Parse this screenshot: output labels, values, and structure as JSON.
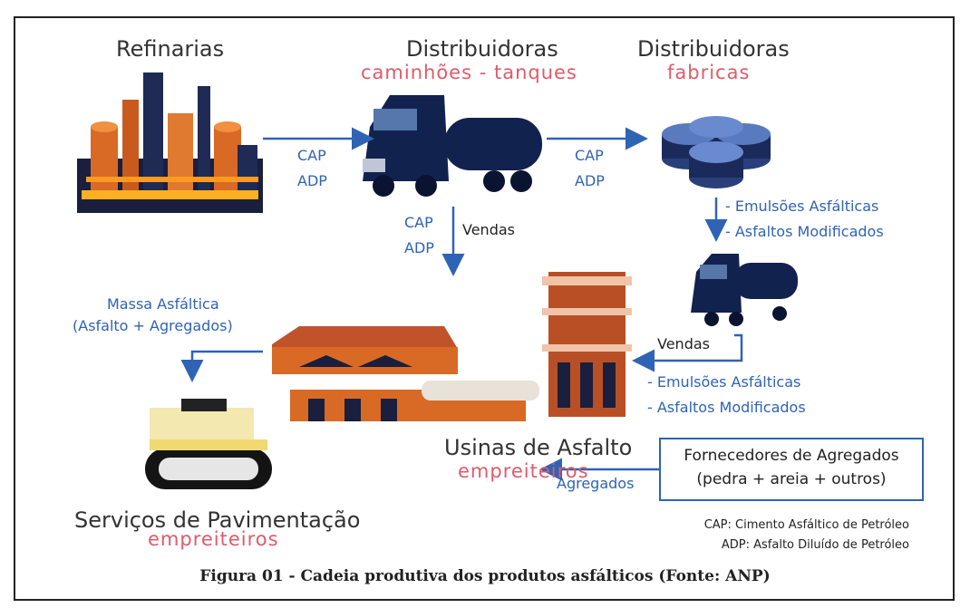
{
  "nodes": {
    "refinarias": {
      "title": "Refinarias"
    },
    "distribuidoras_caminhoes": {
      "title": "Distribuidoras",
      "subtitle": "caminhões - tanques"
    },
    "distribuidoras_fabricas": {
      "title": "Distribuidoras",
      "subtitle": "fabricas"
    },
    "usinas": {
      "title": "Usinas de Asfalto",
      "subtitle": "empreiteiros"
    },
    "servicos": {
      "title": "Serviços de Pavimentação",
      "subtitle": "empreiteiros"
    },
    "fornecedores": {
      "line1": "Fornecedores de Agregados",
      "line2": "(pedra + areia + outros)"
    }
  },
  "edges": {
    "ref_to_truck": {
      "line1": "CAP",
      "line2": "ADP"
    },
    "truck_to_factory": {
      "line1": "CAP",
      "line2": "ADP"
    },
    "truck_down": {
      "line1": "CAP",
      "line2": "ADP",
      "side": "Vendas"
    },
    "factory_down": {
      "line1": "- Emulsões Asfálticas",
      "line2": "- Asfaltos Modificados"
    },
    "truck2_to_usina": {
      "side": "Vendas",
      "line1": "- Emulsões Asfálticas",
      "line2": "- Asfaltos Modificados"
    },
    "usina_to_servicos": {
      "line1": "Massa Asfáltica",
      "line2": "(Asfalto + Agregados)"
    },
    "fornecedores_to_usina": {
      "label": "Agregados"
    }
  },
  "legend": {
    "cap": "CAP: Cimento Asfáltico de Petróleo",
    "adp": "ADP: Asfalto Diluído de Petróleo"
  },
  "caption": "Figura 01 - Cadeia produtiva dos produtos asfálticos (Fonte: ANP)",
  "colors": {
    "arrow": "#2f63b5",
    "subtitle": "#e05a6a",
    "navy_icon": "#12224f",
    "orange": "#d86a25",
    "border": "#222222"
  }
}
